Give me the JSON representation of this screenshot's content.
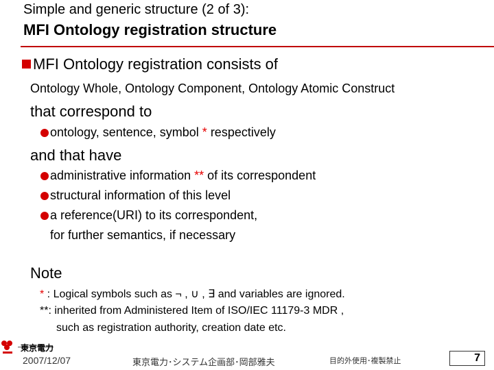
{
  "header": {
    "subtitle": "Simple and generic structure (2 of 3):",
    "title": "MFI Ontology registration structure"
  },
  "body": {
    "intro": "MFI Ontology registration consists of",
    "components": "Ontology Whole,  Ontology Component,  Ontology Atomic Construct",
    "correspond_to": "that correspond to",
    "respectively_pre": "ontology, sentence, symbol ",
    "respectively_star": "*",
    "respectively_post": " respectively",
    "and_have": "and that have",
    "have_items": [
      {
        "pre": "administrative information ",
        "mark": "**",
        "post": " of its correspondent"
      },
      {
        "pre": "structural information of this level",
        "mark": "",
        "post": ""
      },
      {
        "pre": "a reference(URI)  to its correspondent,",
        "mark": "",
        "post": ""
      }
    ],
    "have_cont": "for further semantics, if necessary"
  },
  "note": {
    "heading": "Note",
    "star1_mark": "*",
    "star1_text": " : Logical symbols such as ¬ , ∪ , ∃  and variables are ignored.",
    "star2_mark": "**",
    "star2_text": ": inherited from Administered Item of ISO/IEC 11179-3 MDR ,",
    "star2_cont": "such as registration authority, creation date etc."
  },
  "footer": {
    "logo_text": "東京電力",
    "date": "2007/12/07",
    "org": "東京電力･システム企画部･岡部雅夫",
    "notice": "目的外使用･複製禁止",
    "page": "7"
  },
  "colors": {
    "accent": "#d40000",
    "rule": "#c00000"
  }
}
